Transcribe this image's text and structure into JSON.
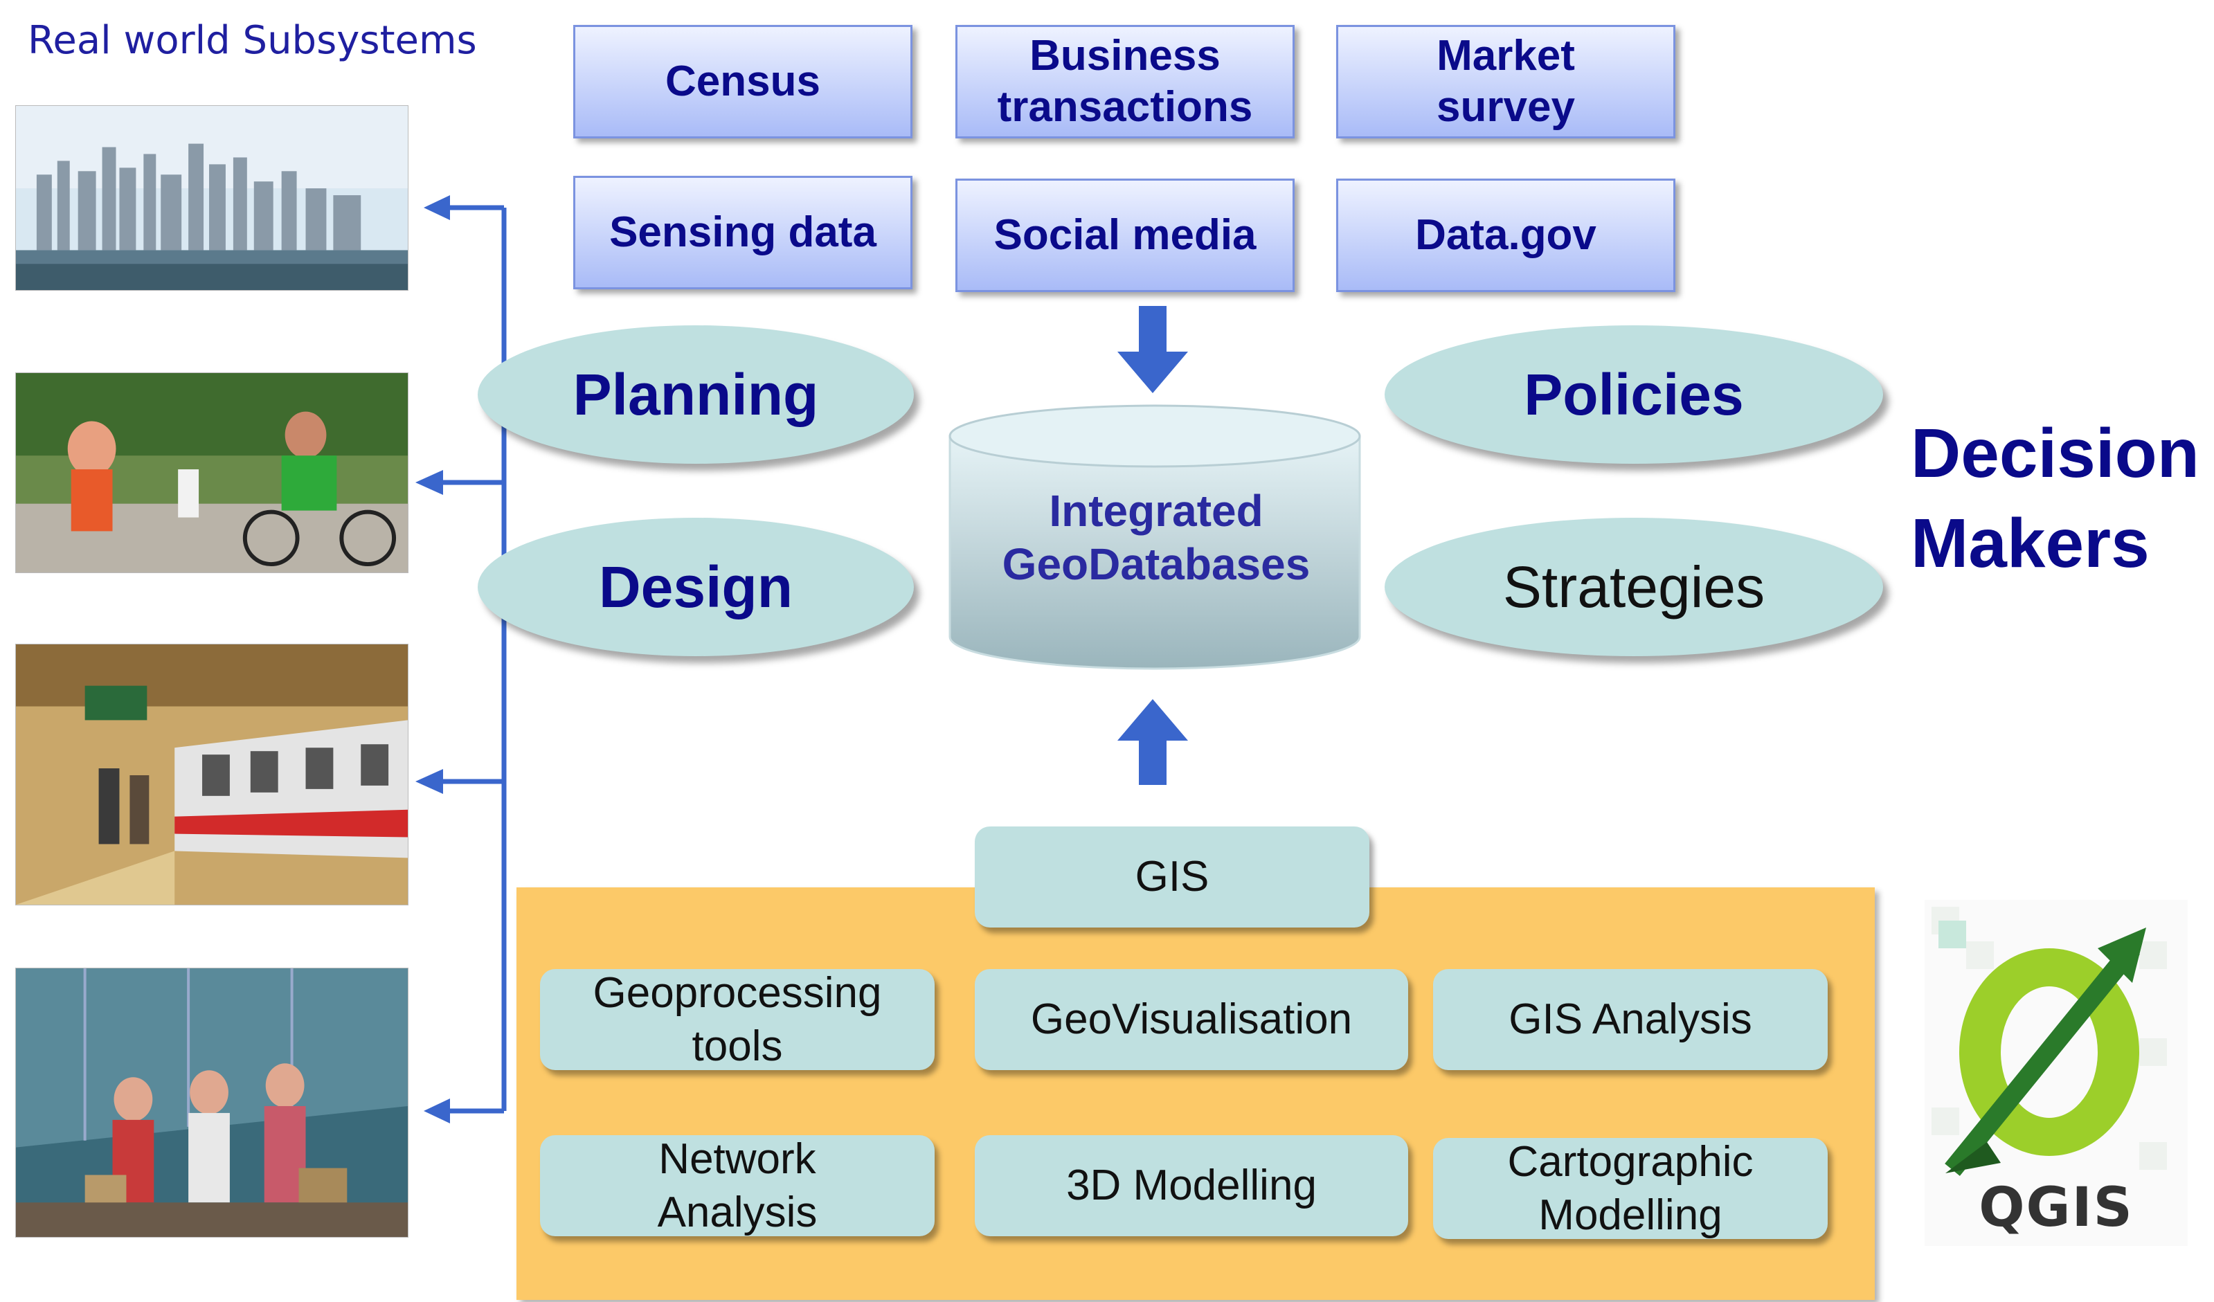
{
  "title": "Real world Subsystems",
  "data_sources": [
    "Census",
    "Business transactions",
    "Market survey",
    "Sensing data",
    "Social media",
    "Data.gov"
  ],
  "left_ellipses": [
    "Planning",
    "Design"
  ],
  "right_ellipses": [
    "Policies",
    "Strategies"
  ],
  "database": {
    "line1": "Integrated",
    "line2": "GeoDatabases"
  },
  "decision_makers": {
    "line1": "Decision",
    "line2": "Makers"
  },
  "gis": "GIS",
  "tools": {
    "geoprocessing": {
      "line1": "Geoprocessing",
      "line2": "tools"
    },
    "geovisualisation": "GeoVisualisation",
    "gis_analysis": "GIS Analysis",
    "network": {
      "line1": "Network",
      "line2": "Analysis"
    },
    "modelling3d": "3D Modelling",
    "cartographic": {
      "line1": "Cartographic",
      "line2": "Modelling"
    }
  },
  "qgis_logo_text": "QGIS",
  "colors": {
    "source_box": "#a9bbf7",
    "ellipse": "#bfe0e0",
    "panel": "#fcc968",
    "arrow": "#3a66cc",
    "text_blue": "#0a0a8a"
  }
}
